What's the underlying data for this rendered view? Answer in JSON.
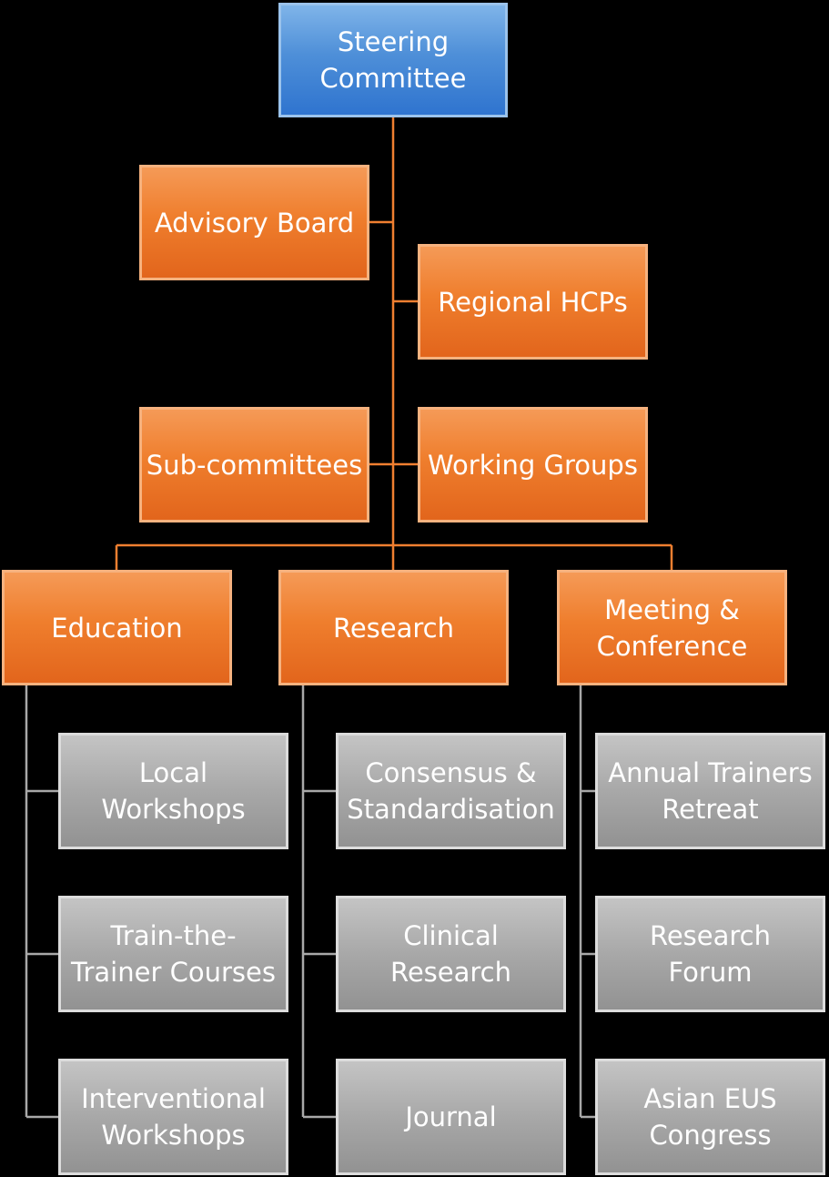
{
  "colors": {
    "background": "#000000",
    "top_box": "#4e8fd8",
    "orange_box": "#ef7e2d",
    "gray_box": "#a8a8a8",
    "orange_connector": "#f07f30",
    "gray_connector": "#a8a8a8",
    "text": "#ffffff"
  },
  "nodes": {
    "steering_committee": "Steering\nCommittee",
    "advisory_board": "Advisory Board",
    "regional_hcps": "Regional HCPs",
    "sub_committees": "Sub-committees",
    "working_groups": "Working Groups",
    "education": "Education",
    "research": "Research",
    "meeting_conference": "Meeting &\nConference",
    "education_items": [
      "Local\nWorkshops",
      "Train-the-\nTrainer Courses",
      "Interventional\nWorkshops"
    ],
    "research_items": [
      "Consensus &\nStandardisation",
      "Clinical\nResearch",
      "Journal"
    ],
    "meeting_items": [
      "Annual Trainers\nRetreat",
      "Research\nForum",
      "Asian EUS\nCongress"
    ]
  }
}
